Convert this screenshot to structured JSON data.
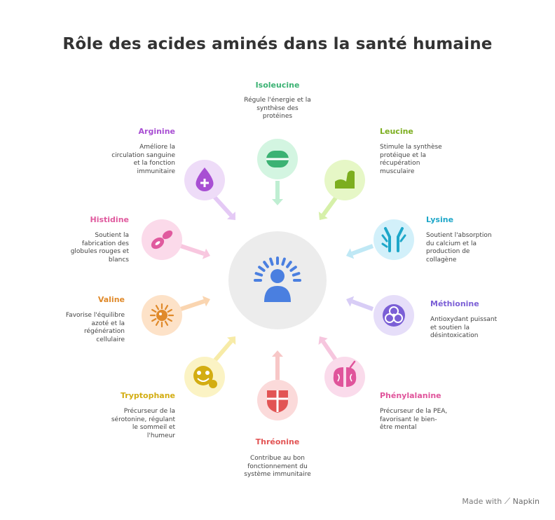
{
  "title": "Rôle des acides aminés dans la santé humaine",
  "items": [
    {
      "name": "Isoleucine",
      "desc": "Régule l'énergie et la\nsynthèse des\nprotéines",
      "color": "#3bb273",
      "bg": "#d3f5e1",
      "arrow": "#bfeed2",
      "icon": "pill-icon"
    },
    {
      "name": "Leucine",
      "desc": "Stimule la synthèse\nprotéique et la\nrécupération\nmusculaire",
      "color": "#7cae1f",
      "bg": "#e6f7c6",
      "arrow": "#d6f0a9",
      "icon": "muscle-icon"
    },
    {
      "name": "Lysine",
      "desc": "Soutient l'absorption\ndu calcium et la\nproduction de\ncollagène",
      "color": "#1ea7c9",
      "bg": "#d2f0fa",
      "arrow": "#bfe8f5",
      "icon": "bone-icon"
    },
    {
      "name": "Méthionine",
      "desc": "Antioxydant puissant\net soutien la\ndésintoxication",
      "color": "#7b5fd6",
      "bg": "#e6def9",
      "arrow": "#d8cdf6",
      "icon": "biohazard-icon"
    },
    {
      "name": "Phénylalanine",
      "desc": "Précurseur de la PEA,\nfavorisant le bien-\nêtre mental",
      "color": "#e0549b",
      "bg": "#fadbeb",
      "arrow": "#f6c6de",
      "icon": "brain-icon"
    },
    {
      "name": "Thréonine",
      "desc": "Contribue au bon\nfonctionnement du\nsystème immunitaire",
      "color": "#e25454",
      "bg": "#fbdada",
      "arrow": "#f7c7c7",
      "icon": "shield-icon"
    },
    {
      "name": "Tryptophane",
      "desc": "Précurseur de la\nsérotonine, régulant\nle sommeil et\nl'humeur",
      "color": "#d3ad12",
      "bg": "#fbf3c4",
      "arrow": "#f7eba7",
      "icon": "smile-icon"
    },
    {
      "name": "Valine",
      "desc": "Favorise l'équilibre\nazoté et la\nrégénération\ncellulaire",
      "color": "#e08a2b",
      "bg": "#fde2c8",
      "arrow": "#fad5b0",
      "icon": "cell-icon"
    },
    {
      "name": "Histidine",
      "desc": "Soutient la\nfabrication des\nglobules rouges et\nblancs",
      "color": "#e05a9e",
      "bg": "#fbdaea",
      "arrow": "#f8c7df",
      "icon": "blood-cells-icon"
    },
    {
      "name": "Arginine",
      "desc": "Améliore la\ncirculation sanguine\net la fonction\nimmunitaire",
      "color": "#a84fd3",
      "bg": "#eedcf8",
      "arrow": "#e4c9f5",
      "icon": "blood-drop-icon"
    }
  ],
  "center": {
    "icon": "person-icon",
    "color": "#4a7fe0",
    "bg": "#ececec"
  },
  "footer": {
    "made_with": "Made with",
    "brand": "Napkin"
  }
}
